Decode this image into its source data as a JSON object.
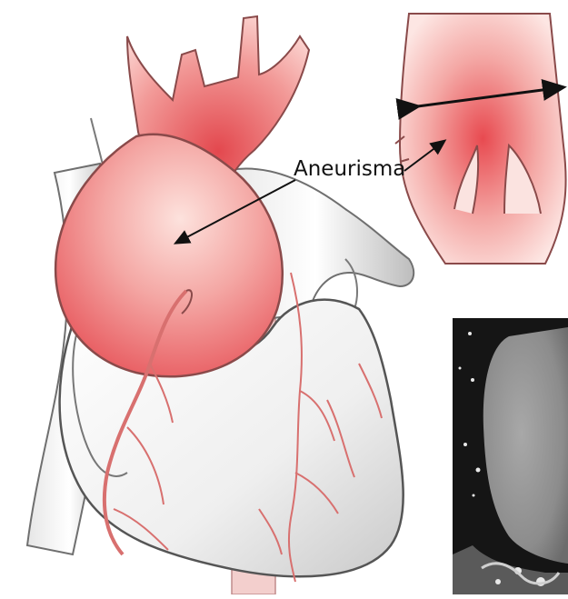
{
  "figure": {
    "annotation": "Aneurisma",
    "colors": {
      "aneurysm_red": "#e8444a",
      "aneurysm_pink": "#f6b9b5",
      "outline": "#8a4a4a",
      "heart_gray": "#dcdcdc",
      "ct_dark": "#1a1a1a",
      "ct_gray": "#8f8f8f",
      "arrow": "#111111"
    },
    "panels": [
      "heart-illustration",
      "aortic-root-inset",
      "ct-scan-inset"
    ],
    "icons": [
      "double-headed-arrow",
      "pointer-arrow"
    ]
  }
}
